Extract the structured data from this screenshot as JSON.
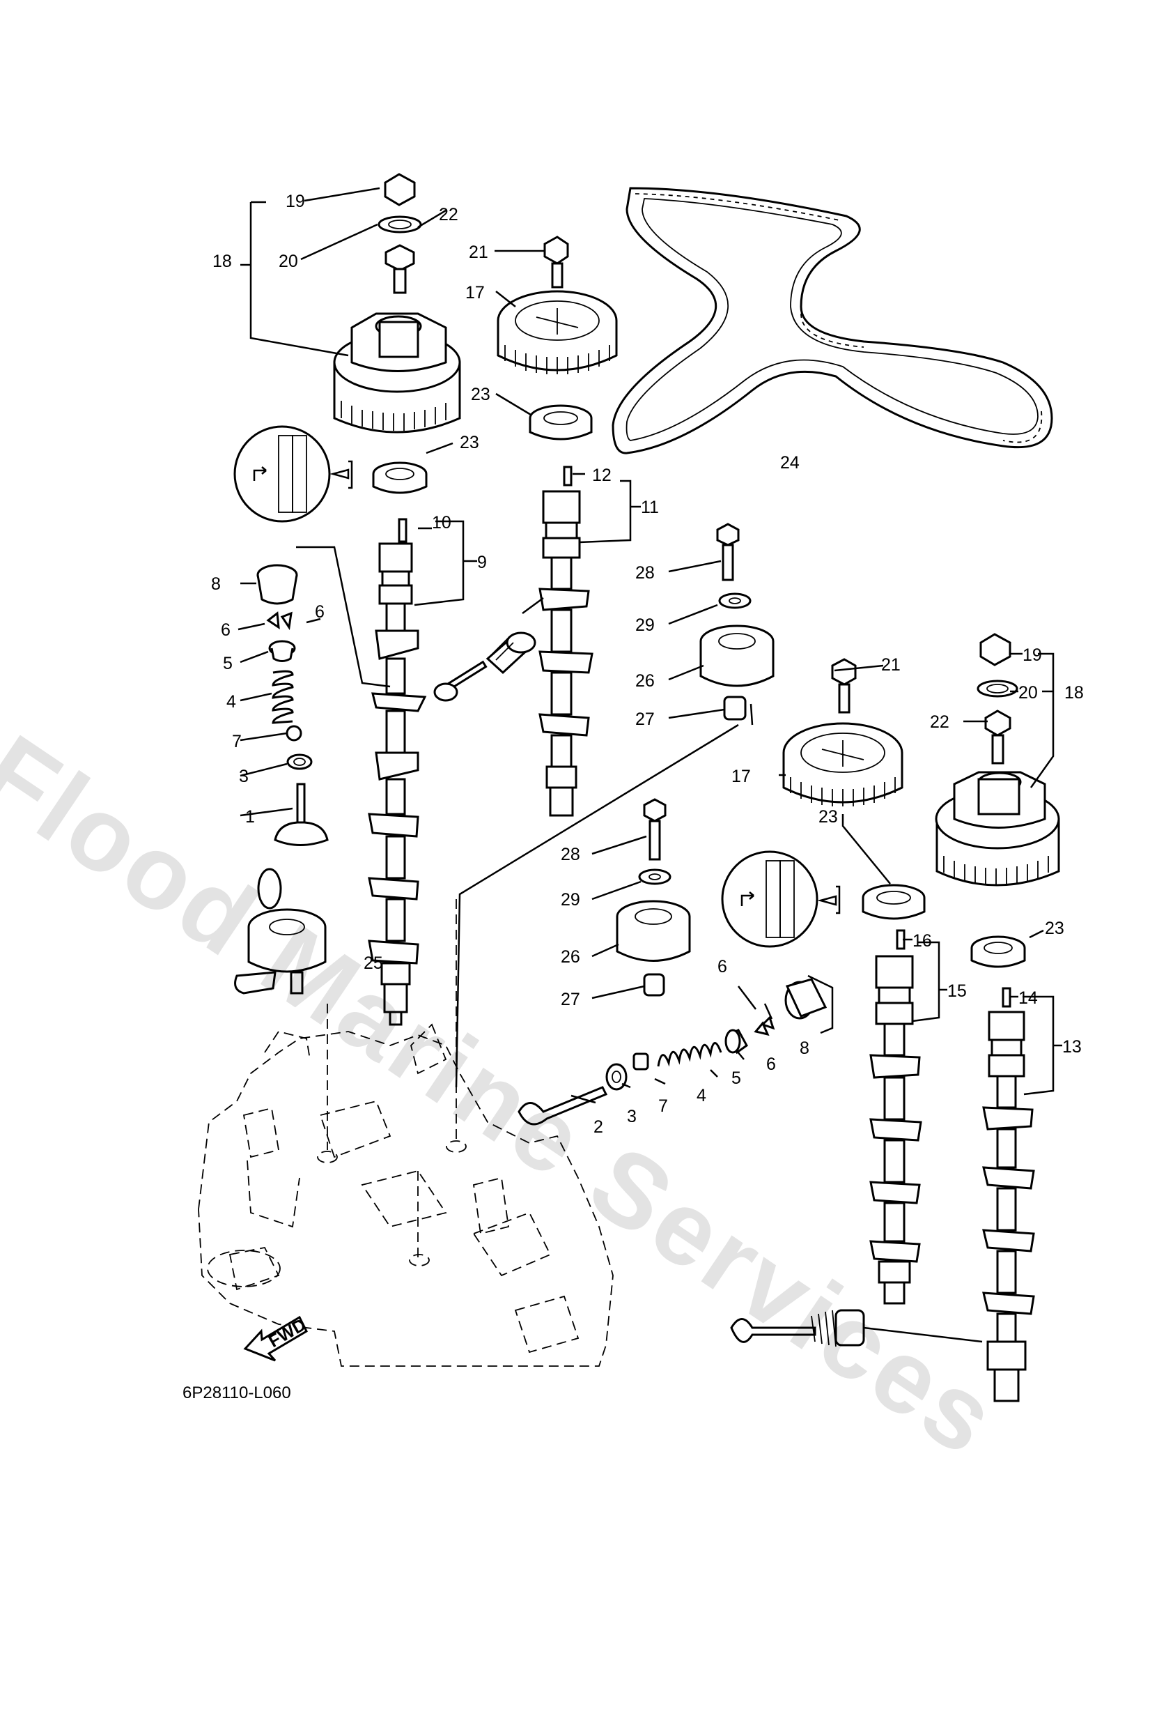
{
  "watermark": "Flood Marine Services",
  "diagram_code": "6P28110-L060",
  "fwd_label": "FWD",
  "callouts": {
    "c1": "1",
    "c2": "2",
    "c3a": "3",
    "c3b": "3",
    "c4a": "4",
    "c4b": "4",
    "c5a": "5",
    "c5b": "5",
    "c6a": "6",
    "c6b": "6",
    "c6c": "6",
    "c6d": "6",
    "c7a": "7",
    "c7b": "7",
    "c8a": "8",
    "c8b": "8",
    "c9": "9",
    "c10": "10",
    "c11": "11",
    "c12": "12",
    "c13": "13",
    "c14": "14",
    "c15": "15",
    "c16": "16",
    "c17a": "17",
    "c17b": "17",
    "c18a": "18",
    "c18b": "18",
    "c19a": "19",
    "c19b": "19",
    "c20a": "20",
    "c20b": "20",
    "c21a": "21",
    "c21b": "21",
    "c22a": "22",
    "c22b": "22",
    "c23a": "23",
    "c23b": "23",
    "c23c": "23",
    "c23d": "23",
    "c24": "24",
    "c25": "25",
    "c26a": "26",
    "c26b": "26",
    "c27a": "27",
    "c27b": "27",
    "c28a": "28",
    "c28b": "28",
    "c29a": "29",
    "c29b": "29"
  }
}
